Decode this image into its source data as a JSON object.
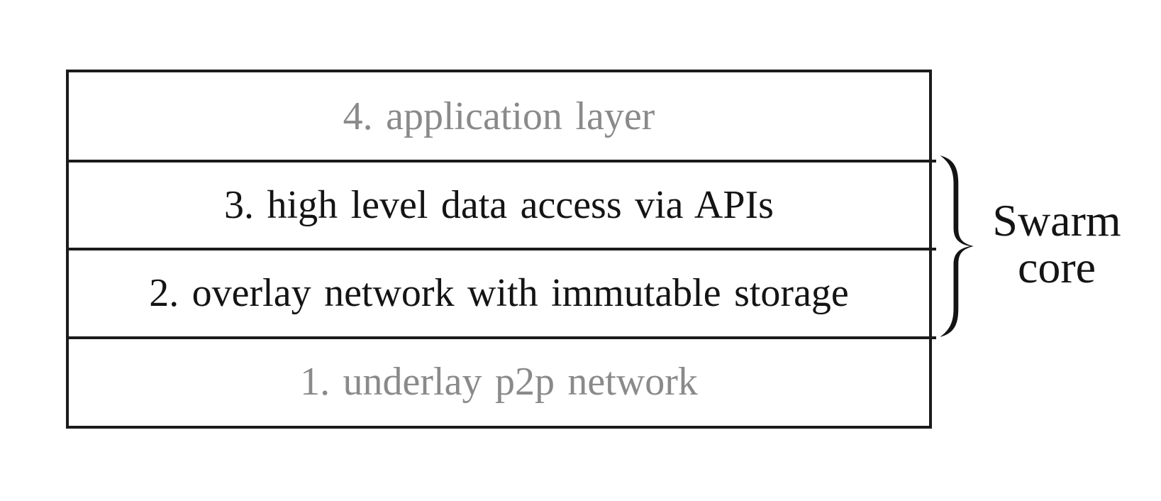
{
  "diagram": {
    "type": "layered-stack",
    "background_color": "#ffffff",
    "border_color": "#1b1b1b",
    "layers": [
      {
        "label": "4. application layer",
        "emphasis": "muted",
        "text_color": "#8a8a8a"
      },
      {
        "label": "3. high level data access via APIs",
        "emphasis": "strong",
        "text_color": "#141414"
      },
      {
        "label": "2. overlay network with immutable storage",
        "emphasis": "strong",
        "text_color": "#141414"
      },
      {
        "label": "1. underlay p2p network",
        "emphasis": "muted",
        "text_color": "#8a8a8a"
      }
    ],
    "brace_annotation": {
      "label_line1": "Swarm",
      "label_line2": "core",
      "spans_layers": [
        "3. high level data access via APIs",
        "2. overlay network with immutable storage"
      ],
      "color": "#141414"
    }
  }
}
